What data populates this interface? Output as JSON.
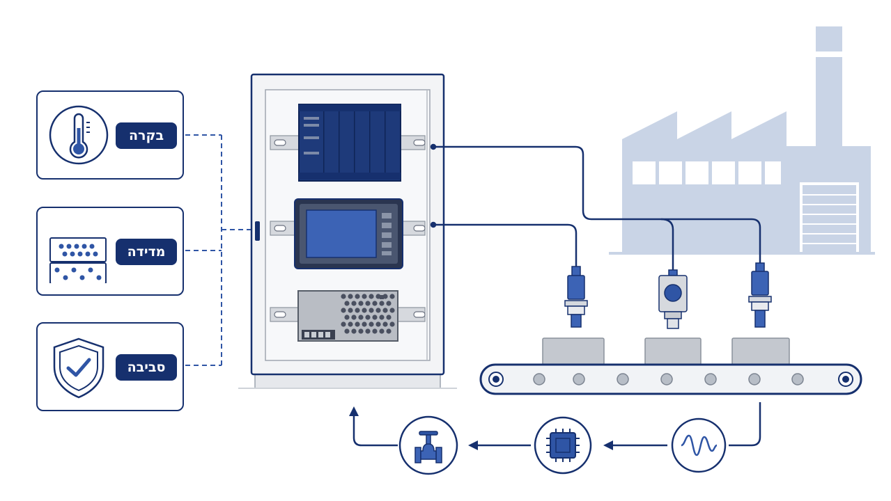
{
  "cards": [
    {
      "label": "בקרה",
      "icon": "thermometer-icon"
    },
    {
      "label": "מדידה",
      "icon": "measurement-panel-icon"
    },
    {
      "label": "סביבה",
      "icon": "shield-check-icon"
    }
  ],
  "flow_icons": [
    "waveform-icon",
    "microchip-icon",
    "valve-icon"
  ],
  "colors": {
    "navy": "#16306e",
    "blue": "#2f55a5",
    "screen": "#3c63b5",
    "factory": "#c9d4e6",
    "panel": "#f3f4f6",
    "box": "#c4c8cf"
  }
}
